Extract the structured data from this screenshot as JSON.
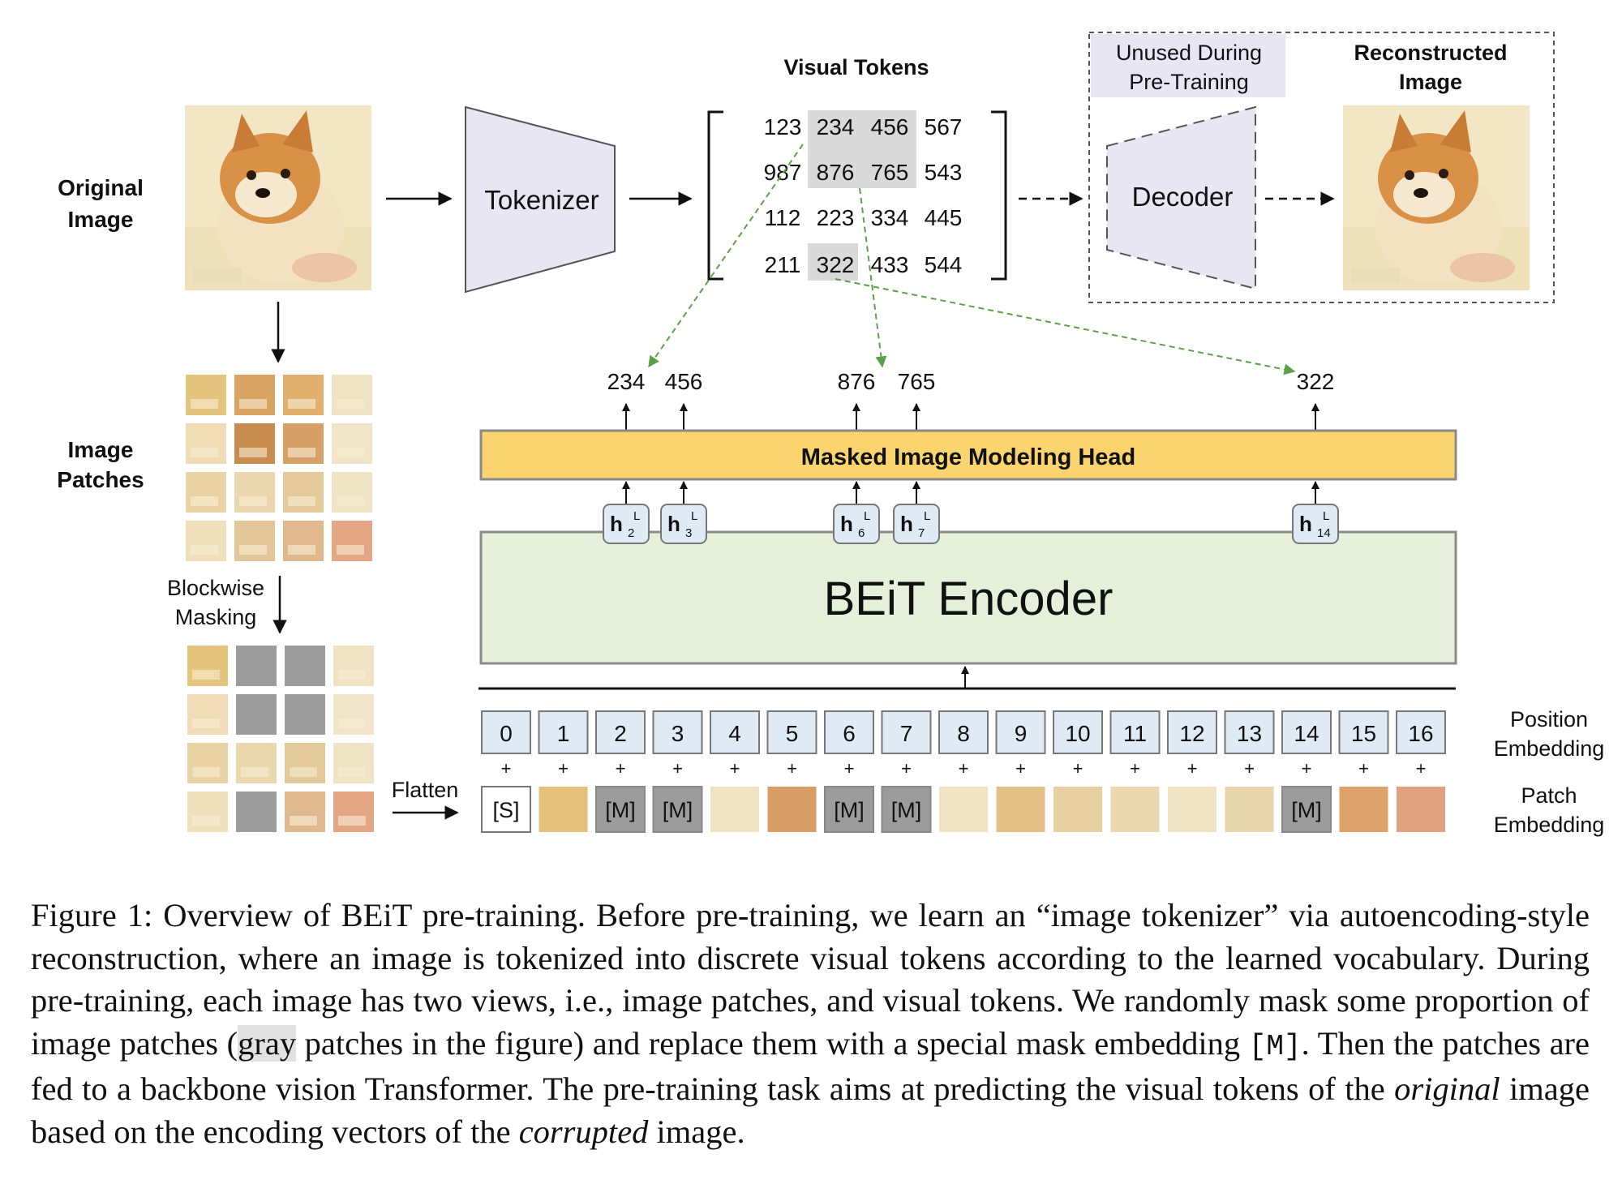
{
  "labels": {
    "original_image": [
      "Original",
      "Image"
    ],
    "image_patches": [
      "Image",
      "Patches"
    ],
    "blockwise_masking": [
      "Blockwise",
      "Masking"
    ],
    "flatten": "Flatten",
    "tokenizer": "Tokenizer",
    "visual_tokens": "Visual Tokens",
    "unused": [
      "Unused During",
      "Pre-Training"
    ],
    "reconstructed": [
      "Reconstructed",
      "Image"
    ],
    "decoder": "Decoder",
    "mim_head": "Masked Image Modeling Head",
    "encoder": "BEiT Encoder",
    "position_embedding": [
      "Position",
      "Embedding"
    ],
    "patch_embedding": [
      "Patch",
      "Embedding"
    ]
  },
  "visual_tokens": [
    [
      "123",
      "234",
      "456",
      "567"
    ],
    [
      "987",
      "876",
      "765",
      "543"
    ],
    [
      "112",
      "223",
      "334",
      "445"
    ],
    [
      "211",
      "322",
      "433",
      "544"
    ]
  ],
  "predicted_tokens": [
    "234",
    "456",
    "876",
    "765",
    "322"
  ],
  "hidden_states": [
    "h",
    "h",
    "h",
    "h",
    "h"
  ],
  "hidden_sup": [
    "L",
    "L",
    "L",
    "L",
    "L"
  ],
  "hidden_sub": [
    "2",
    "3",
    "6",
    "7",
    "14"
  ],
  "position_embedding": [
    "0",
    "1",
    "2",
    "3",
    "4",
    "5",
    "6",
    "7",
    "8",
    "9",
    "10",
    "11",
    "12",
    "13",
    "14",
    "15",
    "16"
  ],
  "patch_embedding": [
    "[S]",
    "",
    "[M]",
    "[M]",
    "",
    "",
    "[M]",
    "[M]",
    "",
    "",
    "",
    "",
    "",
    "",
    "[M]",
    "",
    ""
  ],
  "plus": "+",
  "caption": {
    "p1": "Figure 1: Overview of BEiT pre-training. Before pre-training, we learn an “image tokenizer” via autoencoding-style reconstruction, where an image is tokenized into discrete visual tokens according to the learned vocabulary. During pre-training, each image has two views, i.e., image patches, and visual tokens. We randomly mask some proportion of image patches (",
    "gray": "gray",
    "p2": " patches in the figure) and replace them with a special mask embedding ",
    "mask": "[M]",
    "p3": ". Then the patches are fed to a backbone vision Transformer. The pre-training task aims at predicting the visual tokens of the ",
    "original": "original",
    "p4": " image based on the encoding vectors of the ",
    "corrupted": "corrupted",
    "p5": " image."
  },
  "colors": {
    "tokenizer_fill": "#e8e6f2",
    "mim_head_fill": "#fad46f",
    "encoder_fill": "#e6efd9",
    "embedding_fill": "#dfeaf4",
    "mask_fill": "#9c9c9c",
    "token_highlight": "#d9d9d9",
    "green_arrow": "#5ea04a"
  }
}
